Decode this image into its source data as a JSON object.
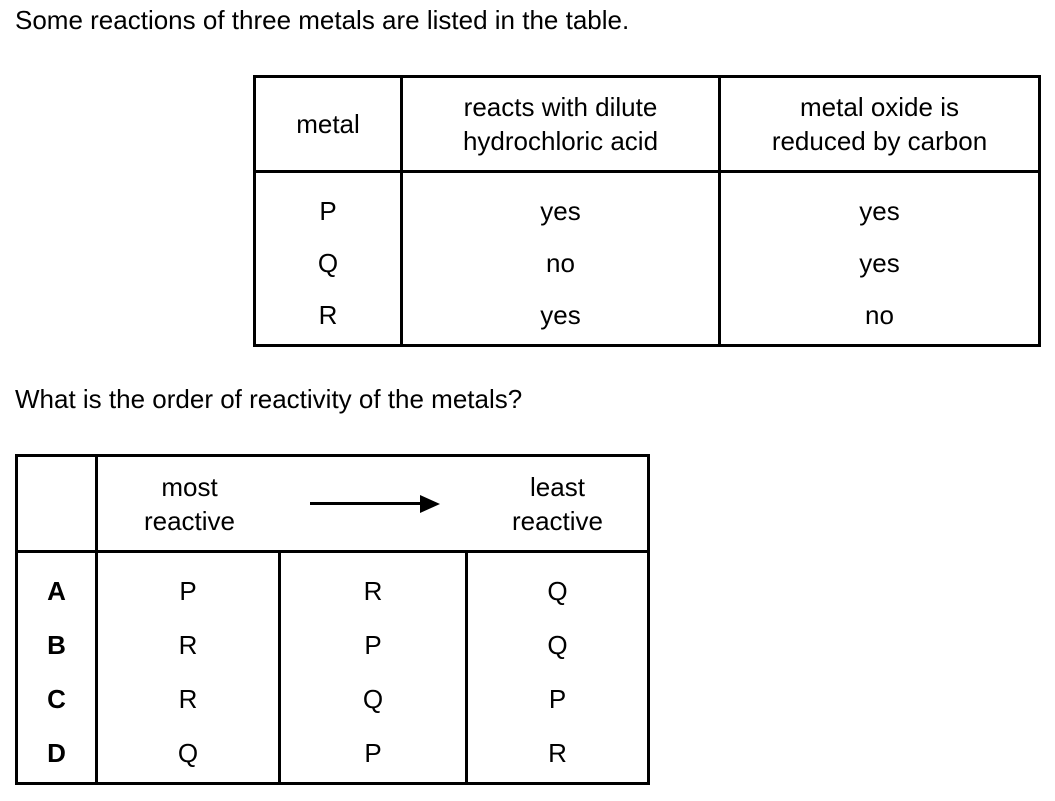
{
  "intro": "Some reactions of three metals are listed in the table.",
  "question": "What is the order of reactivity of the metals?",
  "reactions_table": {
    "header": {
      "metal": "metal",
      "acid_line1": "reacts with dilute",
      "acid_line2": "hydrochloric acid",
      "oxide_line1": "metal oxide is",
      "oxide_line2": "reduced by carbon"
    },
    "rows": [
      {
        "metal": "P",
        "reacts_with_acid": "yes",
        "oxide_reduced_by_carbon": "yes"
      },
      {
        "metal": "Q",
        "reacts_with_acid": "no",
        "oxide_reduced_by_carbon": "yes"
      },
      {
        "metal": "R",
        "reacts_with_acid": "yes",
        "oxide_reduced_by_carbon": "no"
      }
    ]
  },
  "options_table": {
    "most_line1": "most",
    "most_line2": "reactive",
    "least_line1": "least",
    "least_line2": "reactive",
    "arrow_icon": "right-arrow",
    "options": [
      {
        "letter": "A",
        "order": [
          "P",
          "R",
          "Q"
        ]
      },
      {
        "letter": "B",
        "order": [
          "R",
          "P",
          "Q"
        ]
      },
      {
        "letter": "C",
        "order": [
          "R",
          "Q",
          "P"
        ]
      },
      {
        "letter": "D",
        "order": [
          "Q",
          "P",
          "R"
        ]
      }
    ]
  },
  "colors": {
    "text": "#000000",
    "border": "#000000",
    "background": "#ffffff"
  }
}
